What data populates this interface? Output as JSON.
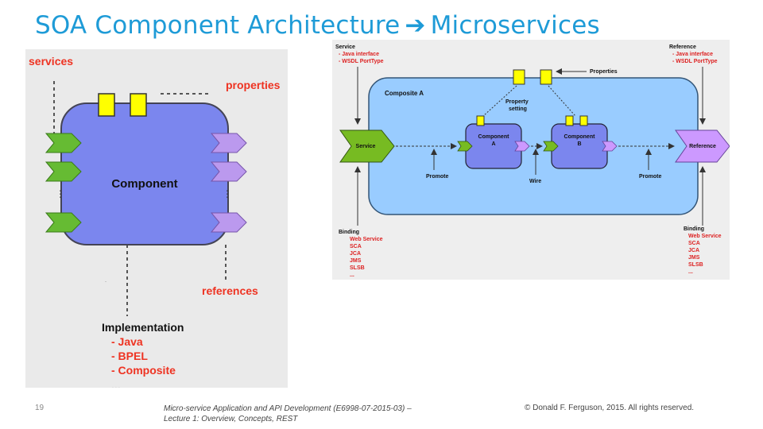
{
  "slide": {
    "title_left": "SOA Component Architecture",
    "title_arrow": "➔",
    "title_right": "Microservices",
    "number": "19",
    "footer_left_line1": "Micro-service Application and API Development (E6998-07-2015-03) –",
    "footer_left_line2": "Lecture 1: Overview, Concepts, REST",
    "footer_right": "© Donald F. Ferguson, 2015. All rights reserved."
  },
  "left_diagram": {
    "services": "services",
    "properties": "properties",
    "component": "Component",
    "references": "references",
    "implementation": "Implementation",
    "impl_items": [
      "- Java",
      "- BPEL",
      "- Composite"
    ],
    "impl_more": "...",
    "ellipsis": "⋮",
    "colors": {
      "component_fill": "#7b86ee",
      "service_green": "#66bb33",
      "reference_purple": "#bb99ee",
      "property_yellow": "#ffff00",
      "red_label": "#ee3322"
    }
  },
  "right_diagram": {
    "service_header": "Service",
    "service_items": [
      "- Java interface",
      "- WSDL PortType"
    ],
    "reference_header": "Reference",
    "reference_items": [
      "- Java interface",
      "- WSDL PortType"
    ],
    "properties": "Properties",
    "composite": "Composite A",
    "property_setting": [
      "Property",
      "setting"
    ],
    "component_a": [
      "Component",
      "A"
    ],
    "component_b": [
      "Component",
      "B"
    ],
    "service": "Service",
    "reference": "Reference",
    "promote_left": "Promote",
    "wire": "Wire",
    "promote_right": "Promote",
    "binding_left_header": "Binding",
    "binding_left_items": [
      "Web Service",
      "SCA",
      "JCA",
      "JMS",
      "SLSB",
      "..."
    ],
    "binding_right_header": "Binding",
    "binding_right_items": [
      "Web Service",
      "SCA",
      "JCA",
      "JMS",
      "SLSB",
      "..."
    ],
    "colors": {
      "composite_fill": "#99ccff",
      "component_fill": "#7b86ee",
      "service_green": "#77bb22",
      "reference_purple": "#cc99ff",
      "property_yellow": "#ffff00",
      "red_text": "#dd2222"
    }
  }
}
